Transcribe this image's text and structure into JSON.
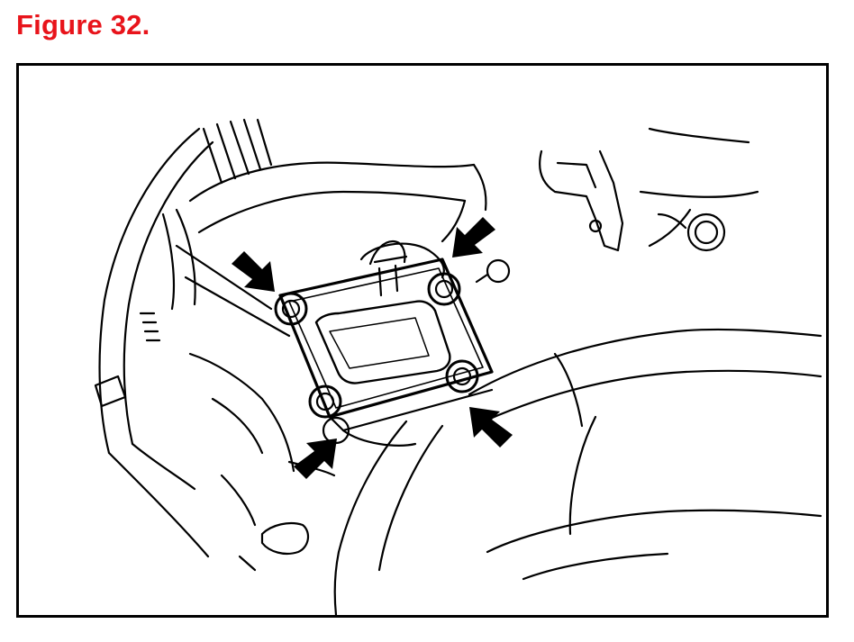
{
  "figure": {
    "title": "Figure 32.",
    "title_color": "#e8141b"
  },
  "illustration": {
    "subject": "engine-mount-bracket-with-four-bolts",
    "callout_arrow_count": 4,
    "line_color": "#000000"
  }
}
